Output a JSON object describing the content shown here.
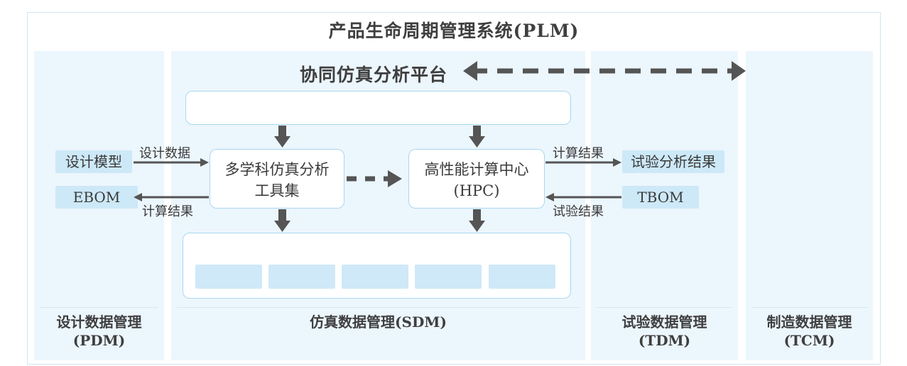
{
  "title": "产品生命周期管理系统(PLM)",
  "platform": {
    "title": "协同仿真分析平台"
  },
  "columns": [
    {
      "line1": "设计数据管理",
      "line2": "(PDM)"
    },
    {
      "line1": "仿真数据管理(SDM)",
      "line2": ""
    },
    {
      "line1": "试验数据管理",
      "line2": "(TDM)"
    },
    {
      "line1": "制造数据管理",
      "line2": "(TCM)"
    }
  ],
  "nodes": {
    "toolset_line1": "多学科仿真分析",
    "toolset_line2": "工具集",
    "hpc_line1": "高性能计算中心",
    "hpc_line2": "(HPC)"
  },
  "tags": {
    "design_model": "设计模型",
    "ebom": "EBOM",
    "test_analysis_result": "试验分析结果",
    "tbom": "TBOM"
  },
  "edge_labels": {
    "design_data": "设计数据",
    "calc_result_left": "计算结果",
    "calc_result_right": "计算结果",
    "test_result": "试验结果"
  },
  "colors": {
    "column_bg": "#ecf6fd",
    "box_border": "#a9d8ef",
    "tag_bg": "#cde9f8",
    "arrow": "#555555"
  }
}
